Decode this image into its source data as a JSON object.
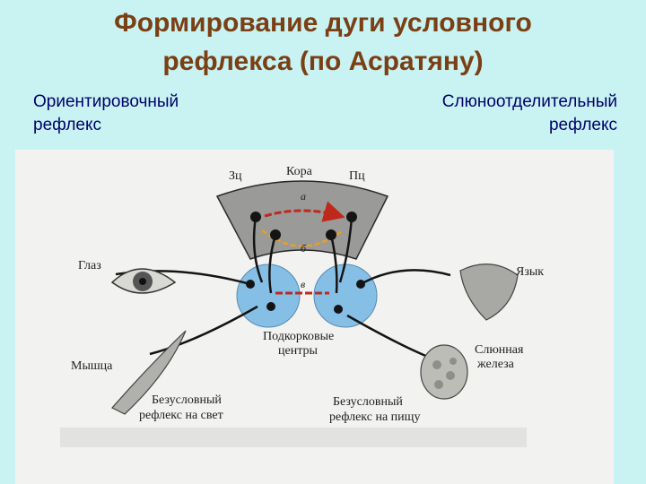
{
  "title": {
    "line1": "Формирование дуги условного",
    "line2": "рефлекса (по Асратяну)"
  },
  "subtitles": {
    "left": [
      "Ориентировочный",
      "рефлекс"
    ],
    "right": [
      "Слюноотделительный",
      "рефлекс"
    ]
  },
  "diagram": {
    "cortex": "Кора",
    "zone_left": "Зц",
    "zone_right": "Пц",
    "path_a": "а",
    "path_b": "б",
    "path_v": "в",
    "eye": "Глаз",
    "tongue": "Язык",
    "muscle": "Мышца",
    "gland": [
      "Слюнная",
      "железа"
    ],
    "subcortical": [
      "Подкорковые",
      "центры"
    ],
    "uncond_light": [
      "Безусловный",
      "рефлекс на свет"
    ],
    "uncond_food": [
      "Безусловный",
      "рефлекс на пищу"
    ]
  },
  "colors": {
    "title": "#7a3f14",
    "subtitle": "#00006a",
    "background": "#c9f3f3",
    "cortex_fill": "#9a9a98",
    "center_fill": "#86bfe6",
    "arrow_red": "#c0281c",
    "arrow_orange": "#e8a020"
  }
}
